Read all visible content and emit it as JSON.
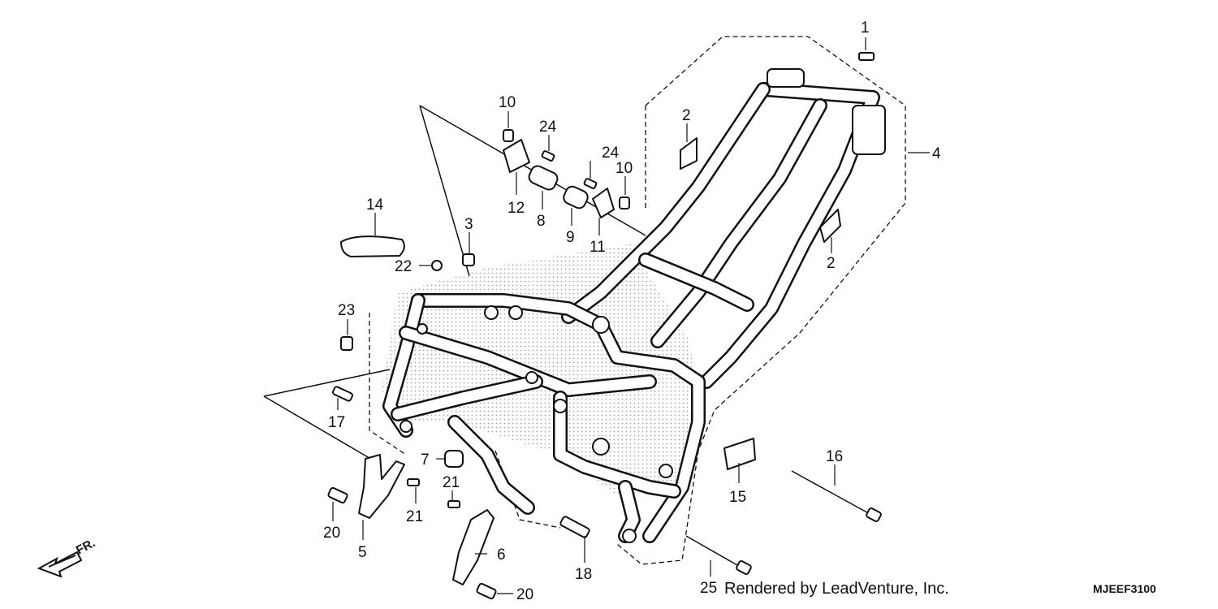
{
  "diagram": {
    "callouts": [
      {
        "id": "c1",
        "text": "1"
      },
      {
        "id": "c2a",
        "text": "2"
      },
      {
        "id": "c2b",
        "text": "2"
      },
      {
        "id": "c3",
        "text": "3"
      },
      {
        "id": "c4",
        "text": "4"
      },
      {
        "id": "c5",
        "text": "5"
      },
      {
        "id": "c6",
        "text": "6"
      },
      {
        "id": "c7",
        "text": "7"
      },
      {
        "id": "c8",
        "text": "8"
      },
      {
        "id": "c9",
        "text": "9"
      },
      {
        "id": "c10a",
        "text": "10"
      },
      {
        "id": "c10b",
        "text": "10"
      },
      {
        "id": "c11",
        "text": "11"
      },
      {
        "id": "c12",
        "text": "12"
      },
      {
        "id": "c14",
        "text": "14"
      },
      {
        "id": "c15",
        "text": "15"
      },
      {
        "id": "c16",
        "text": "16"
      },
      {
        "id": "c17",
        "text": "17"
      },
      {
        "id": "c18",
        "text": "18"
      },
      {
        "id": "c20a",
        "text": "20"
      },
      {
        "id": "c20b",
        "text": "20"
      },
      {
        "id": "c21a",
        "text": "21"
      },
      {
        "id": "c21b",
        "text": "21"
      },
      {
        "id": "c22",
        "text": "22"
      },
      {
        "id": "c23",
        "text": "23"
      },
      {
        "id": "c24a",
        "text": "24"
      },
      {
        "id": "c24b",
        "text": "24"
      },
      {
        "id": "c25",
        "text": "25"
      }
    ],
    "direction_label": "FR.",
    "footer_text": "Rendered by LeadVenture, Inc.",
    "diagram_code": "MJEEF3100"
  }
}
